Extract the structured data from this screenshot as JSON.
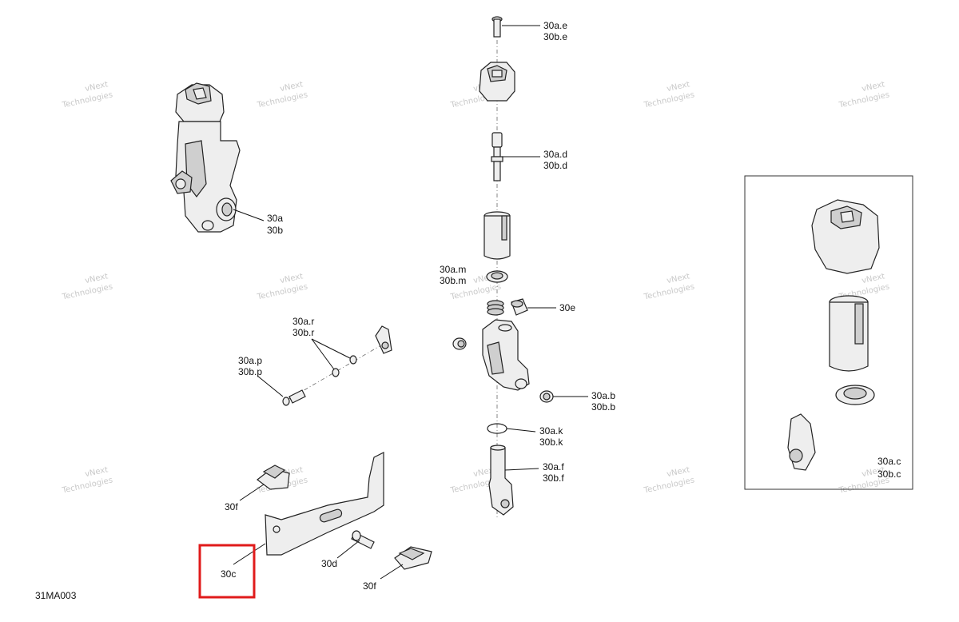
{
  "diagram_id": "31MA003",
  "labels": {
    "l30a_e": [
      "30a.e",
      "30b.e"
    ],
    "l30a_d": [
      "30a.d",
      "30b.d"
    ],
    "l30a": [
      "30a",
      "30b"
    ],
    "l30a_m": [
      "30a.m",
      "30b.m"
    ],
    "l30e": [
      "30e"
    ],
    "l30a_r": [
      "30a.r",
      "30b.r"
    ],
    "l30a_p": [
      "30a.p",
      "30b.p"
    ],
    "l30a_b": [
      "30a.b",
      "30b.b"
    ],
    "l30a_k": [
      "30a.k",
      "30b.k"
    ],
    "l30a_f": [
      "30a.f",
      "30b.f"
    ],
    "l30a_c": [
      "30a.c",
      "30b.c"
    ],
    "l30f_top": [
      "30f"
    ],
    "l30d": [
      "30d"
    ],
    "l30f_bottom": [
      "30f"
    ],
    "l30c": [
      "30c"
    ]
  },
  "watermark": [
    "vNext",
    "Technologies"
  ],
  "colors": {
    "highlight": "#e01b1b",
    "line": "#222222"
  }
}
